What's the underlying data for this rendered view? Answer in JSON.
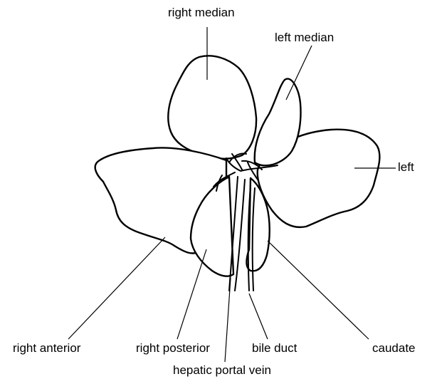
{
  "labels": {
    "right_median": "right median",
    "left_median": "left median",
    "left": "left",
    "right_anterior": "right anterior",
    "right_posterior": "right posterior",
    "bile_duct": "bile duct",
    "caudate": "caudate",
    "hepatic_portal_vein": "hepatic portal vein"
  },
  "colors": {
    "outline": "#000000",
    "background": "#ffffff"
  }
}
